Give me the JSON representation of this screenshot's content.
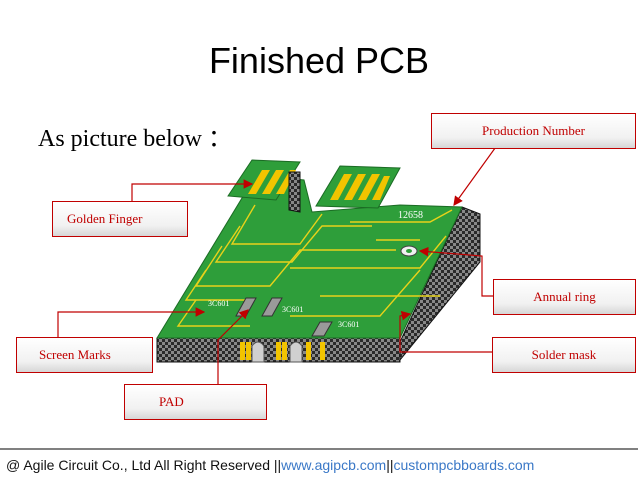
{
  "title": "Finished PCB",
  "subtitle": "As picture below ：",
  "board": {
    "serial": "12658",
    "silkscreen_1": "3C601",
    "silkscreen_2": "3C601",
    "silkscreen_3": "3C601"
  },
  "callouts": {
    "production_number": "Production Number",
    "golden_finger": "Golden Finger",
    "annual_ring": "Annual ring",
    "screen_marks": "Screen Marks",
    "solder_mask": "Solder mask",
    "pad": "PAD"
  },
  "footer": {
    "copyright": "@ Agile Circuit Co., Ltd  All Right Reserved ||",
    "link1": "www.agipcb.com",
    "separator": " ||",
    "link2": "custompcbboards.com"
  },
  "colors": {
    "board_green": "#2e9e3a",
    "trace_yellow": "#e8d21a",
    "callout_red": "#c00000",
    "link_blue": "#3a78c7"
  }
}
